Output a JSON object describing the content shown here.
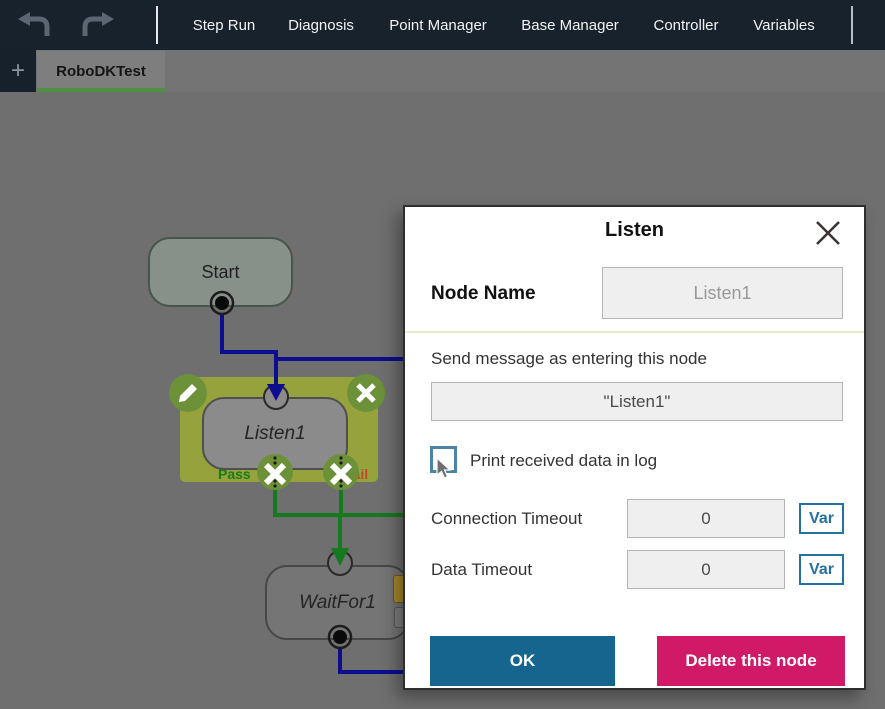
{
  "toolbar": {
    "menu": [
      "Step Run",
      "Diagnosis",
      "Point Manager",
      "Base Manager",
      "Controller",
      "Variables"
    ]
  },
  "tabbar": {
    "new_tab": "+",
    "active_tab": "RoboDKTest"
  },
  "canvas": {
    "start_node": "Start",
    "listen_node": "Listen1",
    "waitfor_node": "WaitFor1",
    "pass_label": "Pass",
    "fail_label": "Fail"
  },
  "dialog": {
    "title": "Listen",
    "node_name_label": "Node Name",
    "node_name_value": "Listen1",
    "send_message_label": "Send message as entering this node",
    "send_message_value": "\"Listen1\"",
    "print_log_label": "Print received data in log",
    "connection_timeout_label": "Connection Timeout",
    "connection_timeout_value": "0",
    "data_timeout_label": "Data Timeout",
    "data_timeout_value": "0",
    "var_label": "Var",
    "ok_label": "OK",
    "delete_label": "Delete this node"
  },
  "colors": {
    "toolbar-bg": "#18222d",
    "wire-blue": "#0d0d8e",
    "wire-green": "#157a1f",
    "selection-olive": "#96a23c",
    "action-green": "#6c9138",
    "pass-green": "#1b7a1b",
    "fail-red": "#bf4a2a",
    "tab-accent-green": "#4e9140",
    "ok-blue": "#15658f",
    "delete-magenta": "#d01a68",
    "var-blue": "#2471a2",
    "checkbox-blue": "#4d83a8"
  }
}
